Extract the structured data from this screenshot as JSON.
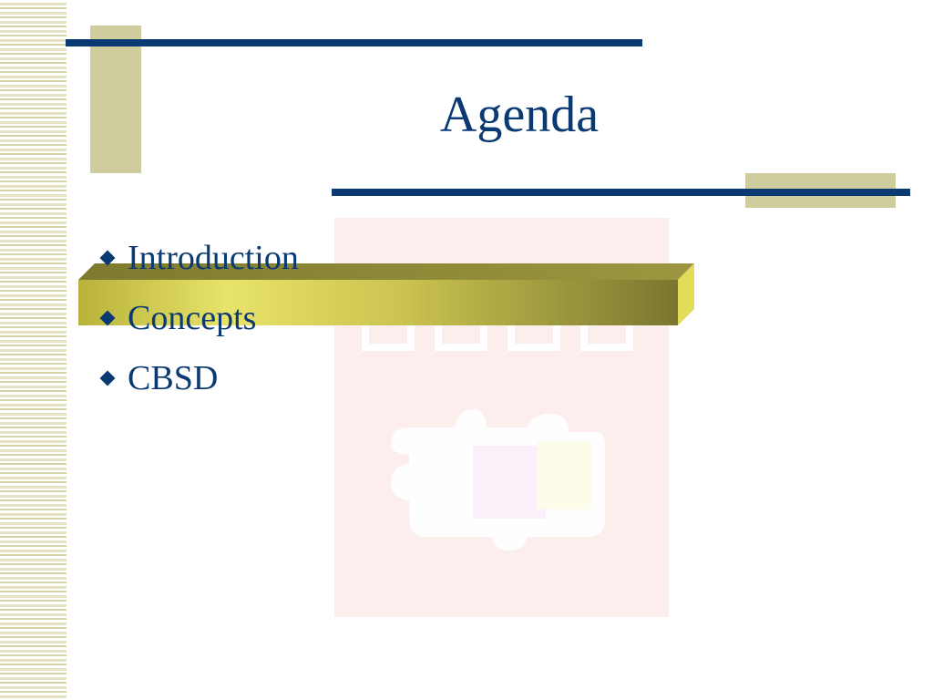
{
  "slide": {
    "title": "Agenda",
    "bullets": [
      {
        "label": "Introduction"
      },
      {
        "label": "Concepts"
      },
      {
        "label": "CBSD"
      }
    ],
    "highlighted_index": 1
  },
  "colors": {
    "title": "#0b3a73",
    "rules": "#0b3a73",
    "accent_tan": "#cfcd9e",
    "watermark": "#fdeeee",
    "highlight_gold": "#d8d24a"
  }
}
